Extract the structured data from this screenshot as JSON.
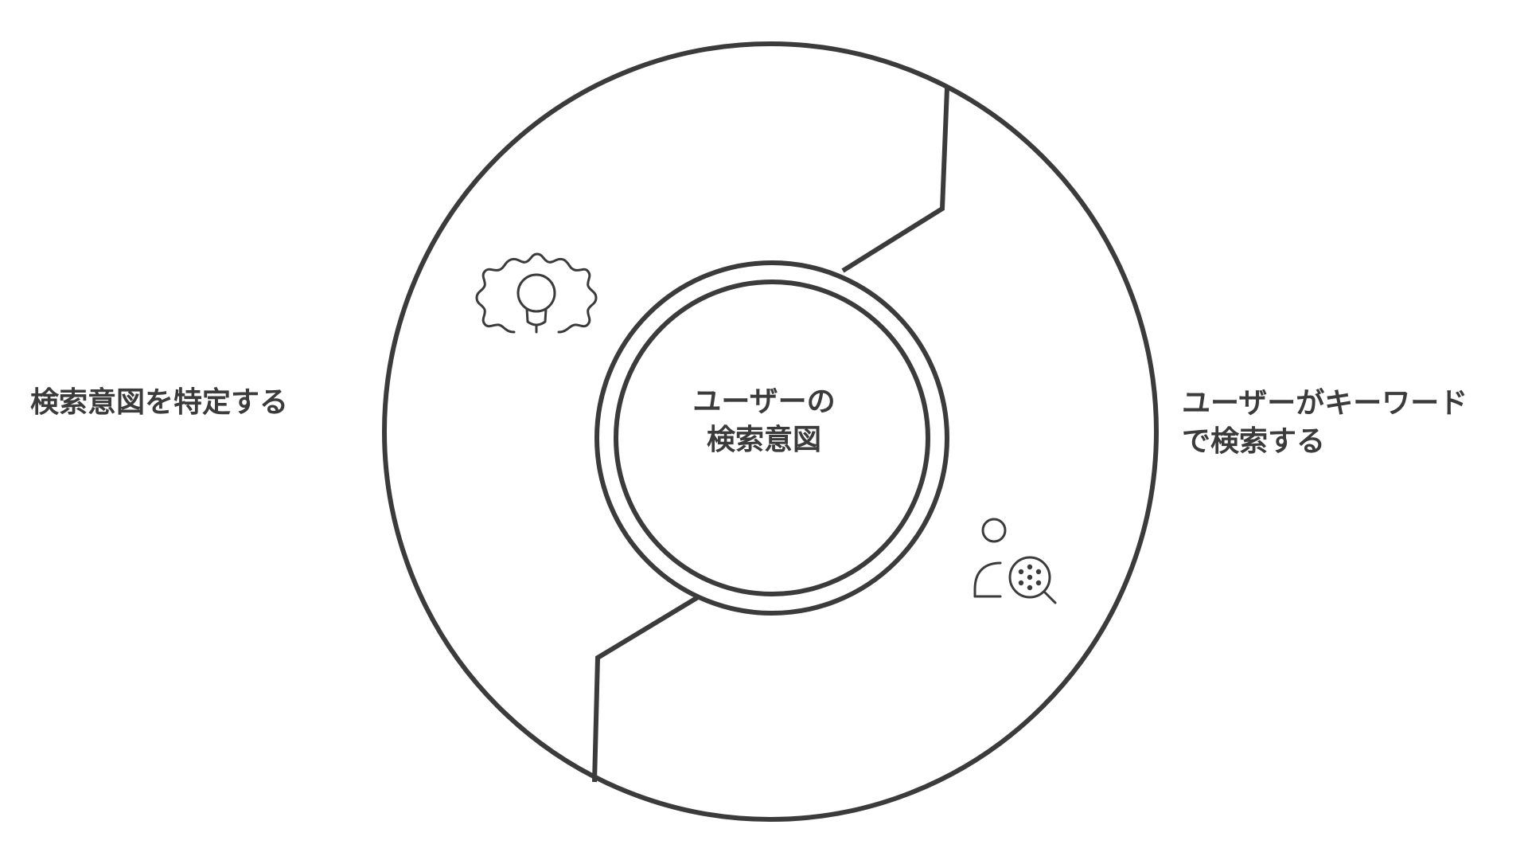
{
  "diagram": {
    "type": "cycle",
    "center": {
      "line1": "ユーザーの",
      "line2": "検索意図"
    },
    "segments": [
      {
        "label": "検索意図を特定する",
        "icon": "gear-lightbulb-icon"
      },
      {
        "line1": "ユーザーがキーワード",
        "line2": "で検索する",
        "icon": "user-search-icon"
      }
    ]
  },
  "colors": {
    "stroke": "#3b3b3b",
    "background": "#ffffff",
    "text": "#3b3b3b"
  }
}
